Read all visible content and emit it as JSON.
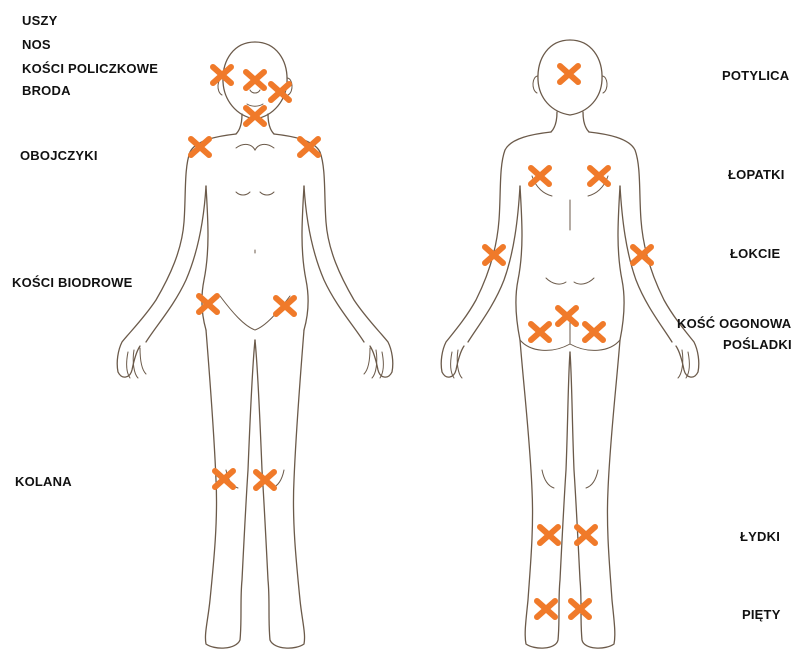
{
  "colors": {
    "marker": "#f07a2a",
    "outline": "#6b5a4a",
    "text": "#111111"
  },
  "labels": {
    "uszy": "USZY",
    "nos": "NOS",
    "kosci_policzkowe": "KOŚCI POLICZKOWE",
    "broda": "BRODA",
    "obojczyki": "OBOJCZYKI",
    "kosci_biodrowe": "KOŚCI BIODROWE",
    "kolana": "KOLANA",
    "potylica": "POTYLICA",
    "lopatki": "ŁOPATKI",
    "lokcie": "ŁOKCIE",
    "kosc_ogonowa": "KOŚĆ OGONOWA",
    "posladki": "POŚLADKI",
    "lydki": "ŁYDKI",
    "piety": "PIĘTY"
  },
  "markers": {
    "front": [
      "ear",
      "nose",
      "cheekbone",
      "chin",
      "clavicle-left",
      "clavicle-right",
      "hip-left",
      "hip-right",
      "knee-left",
      "knee-right"
    ],
    "back": [
      "occiput",
      "scapula-left",
      "scapula-right",
      "elbow-left",
      "elbow-right",
      "coccyx",
      "buttock-left",
      "buttock-right",
      "calf-left",
      "calf-right",
      "heel-left",
      "heel-right"
    ]
  }
}
